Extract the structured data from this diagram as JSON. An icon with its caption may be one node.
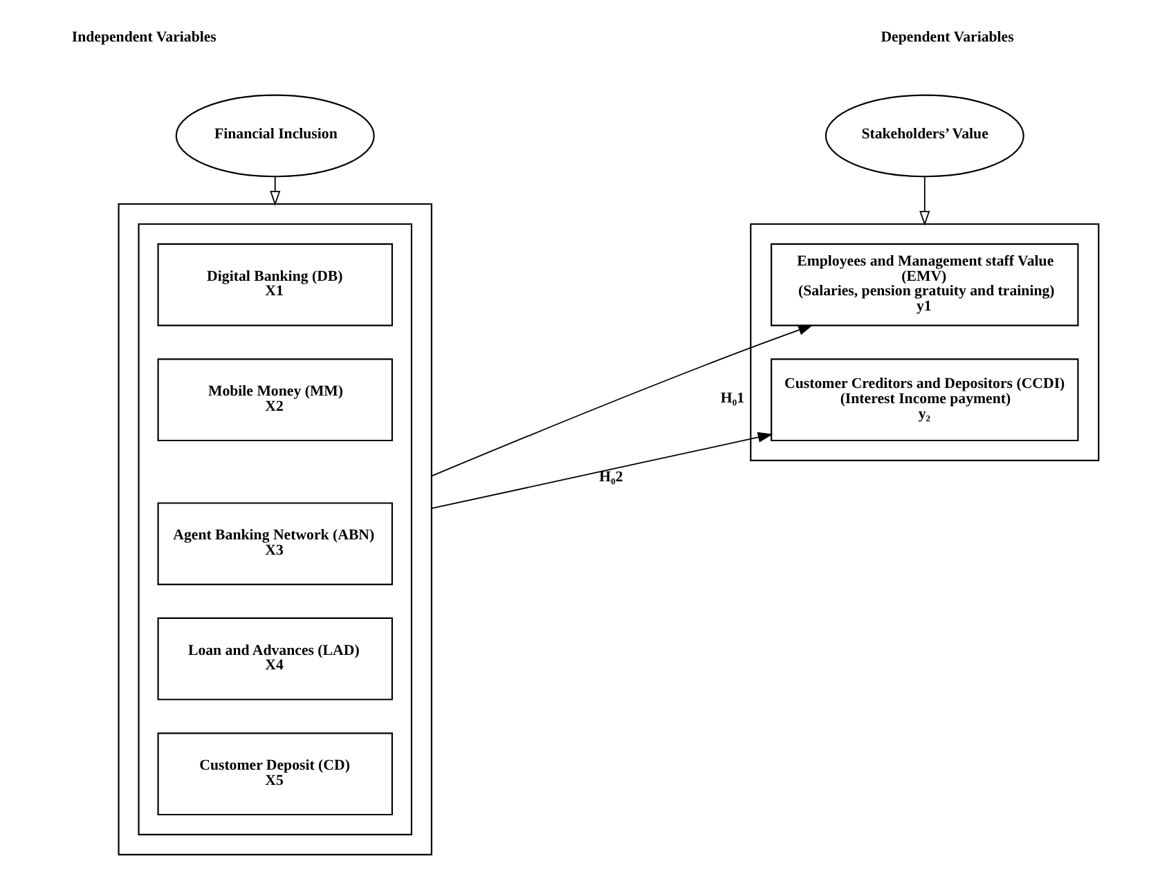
{
  "diagram": {
    "nodes": [
      {
        "text": [
          "Financial Inclusion"
        ]
      },
      {
        "text": [],
        "shape": "box"
      },
      {
        "text": [],
        "shape": "box",
        "in": 1
      },
      {
        "text": [
          "Digital Banking (DB)",
          "X1"
        ],
        "in": 2
      },
      {
        "text": [
          "Mobile Money (MM)",
          "X2"
        ],
        "in": 2
      },
      {
        "text": [
          "Agent Banking Network (ABN)",
          "X3"
        ],
        "in": 2
      },
      {
        "text": [
          "Loan and Advances (LAD)",
          "X4"
        ],
        "in": 2
      },
      {
        "text": [
          "Customer Deposit (CD)",
          "X5"
        ],
        "in": 2
      },
      {
        "text": [
          "Stakeholders’ Value"
        ]
      },
      {
        "text": [],
        "shape": "box"
      },
      {
        "text": [
          "Employees and Management staff Value",
          "(EMV)",
          "(Salaries, pension gratuity and training)",
          "y1"
        ],
        "in": 9
      },
      {
        "text": [
          "Customer Creditors and Depositors (CCDI)",
          "(Interest Income payment)",
          "y₂"
        ],
        "in": 9
      }
    ],
    "edges": [
      {
        "from": 0,
        "to": 1,
        "arrow": "to"
      },
      {
        "from": 8,
        "to": 9,
        "arrow": "to"
      },
      {
        "from": 1,
        "to": 10,
        "arrow": "to",
        "label": "H₀1"
      },
      {
        "from": 1,
        "to": 11,
        "arrow": "to",
        "label": "H₀2"
      }
    ],
    "labels": [
      "Independent Variables",
      "Dependent Variables"
    ]
  }
}
